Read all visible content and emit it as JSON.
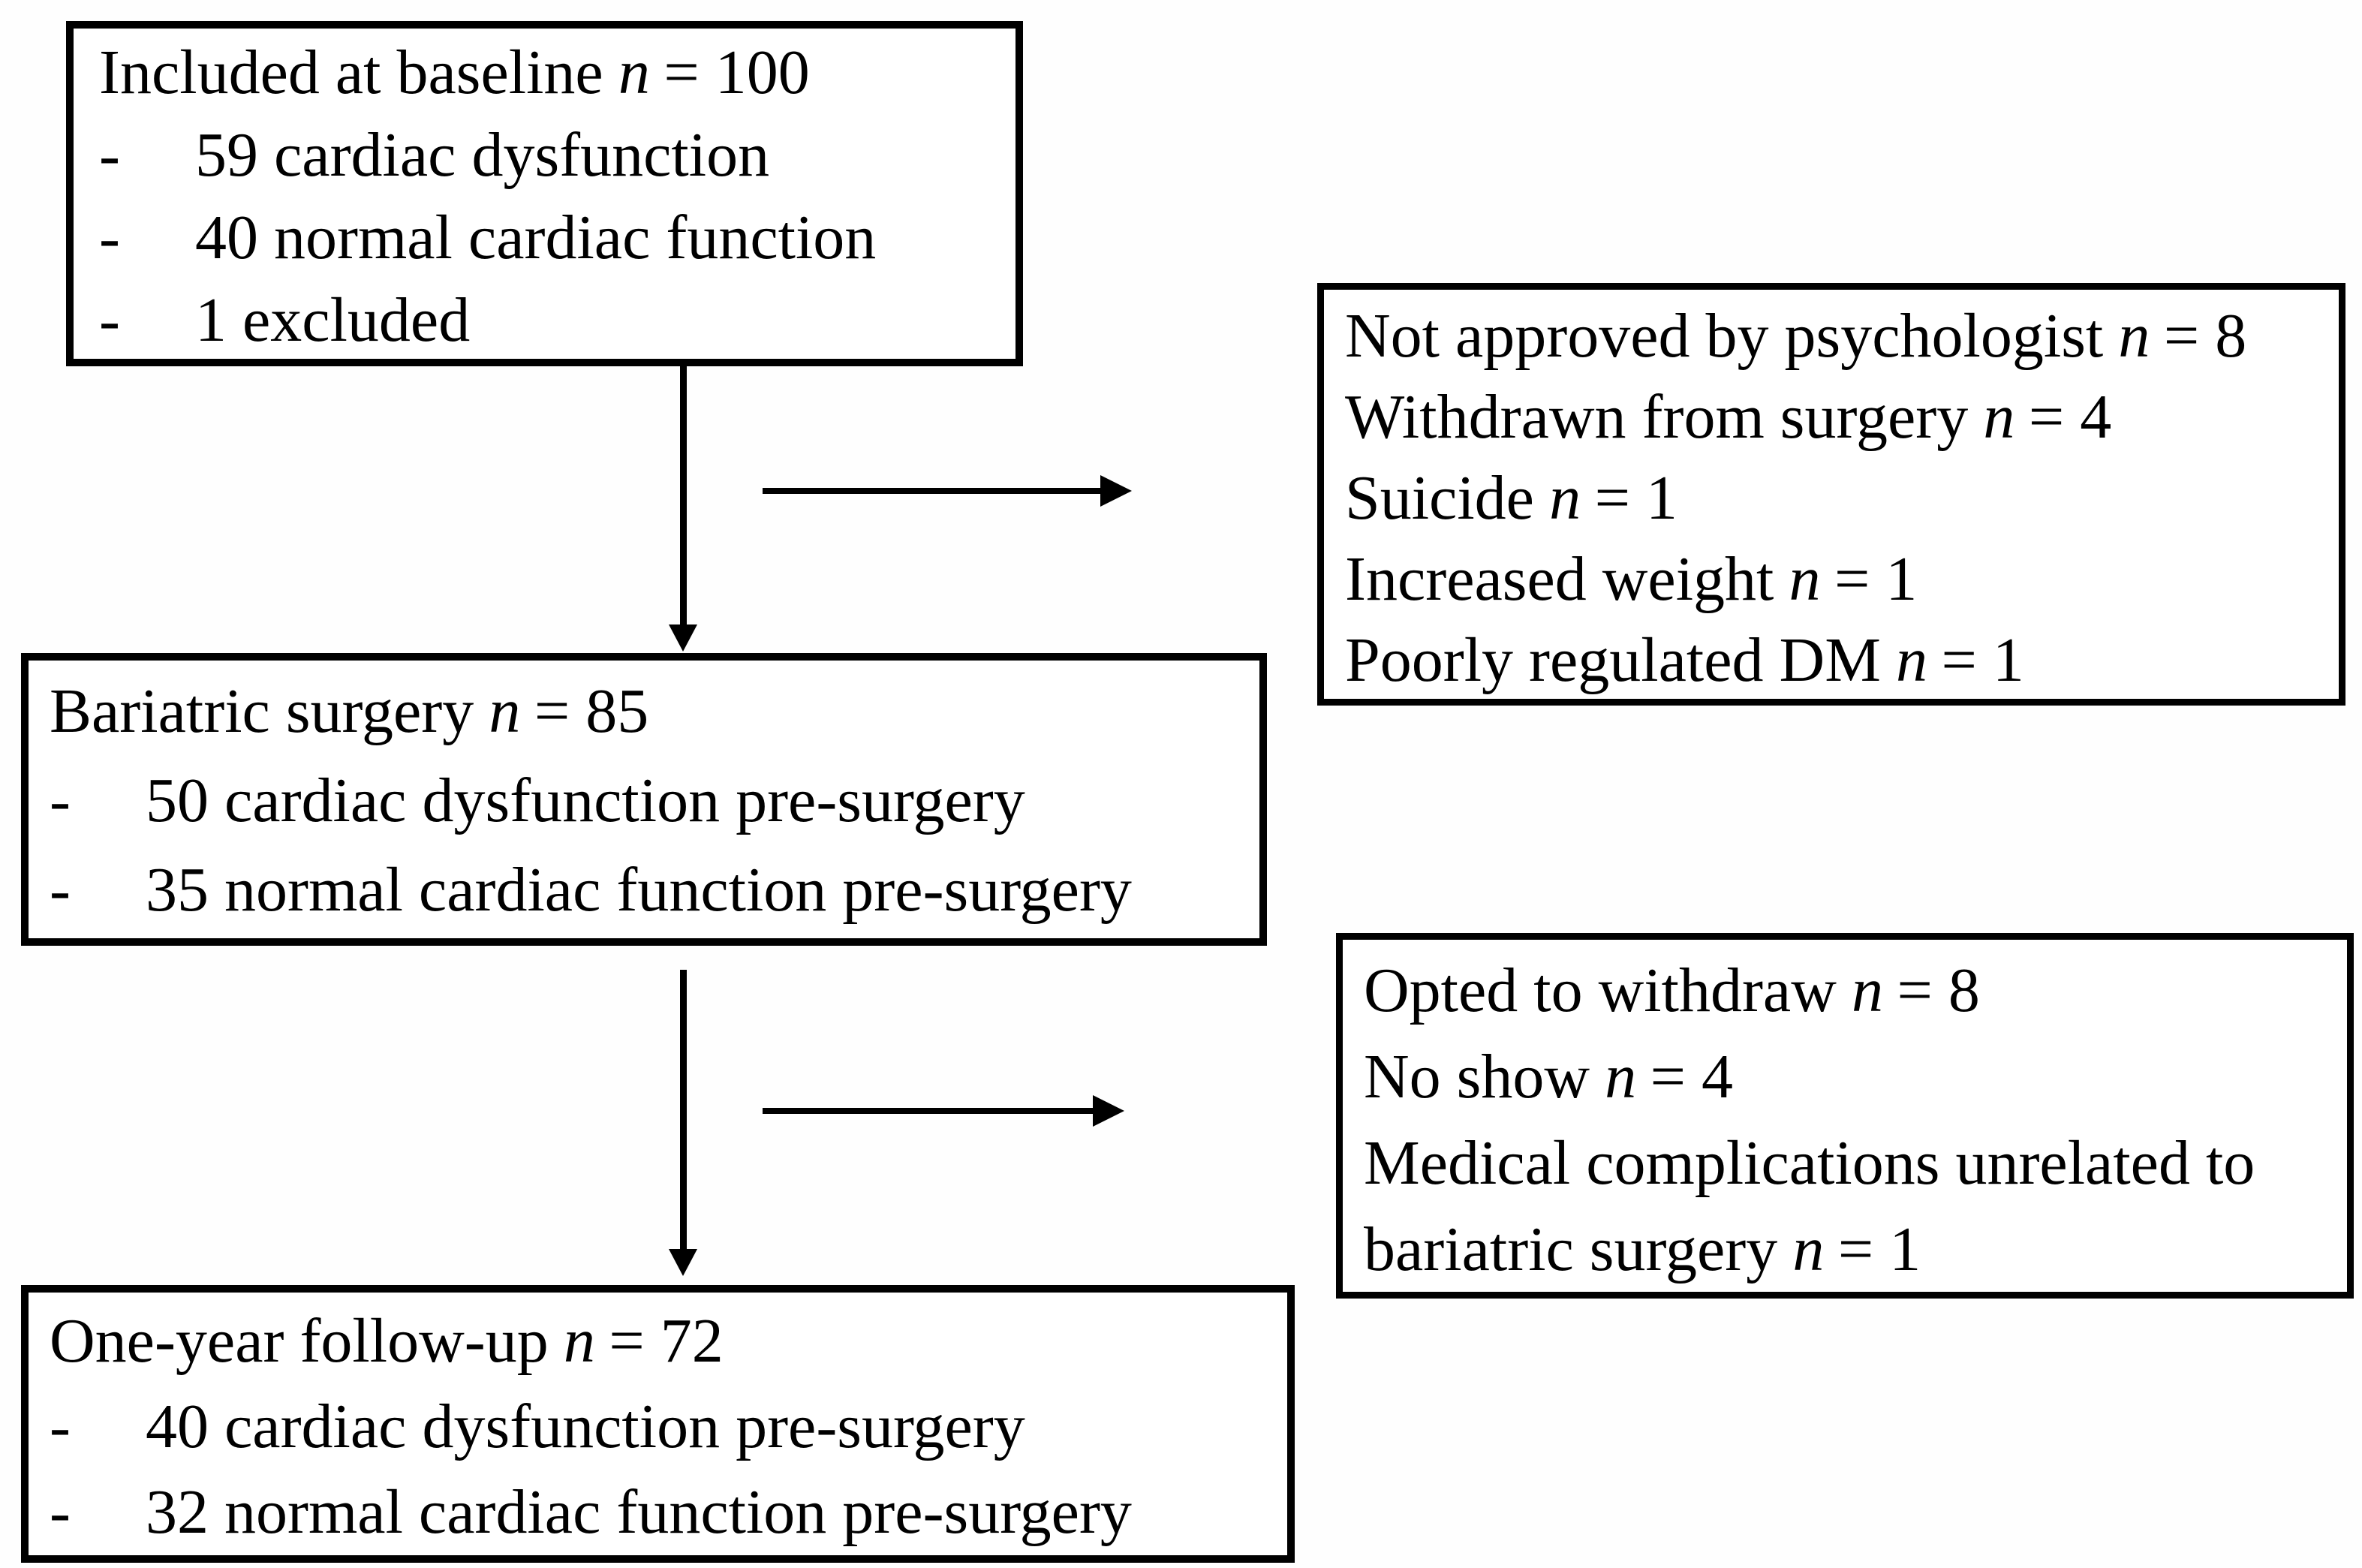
{
  "symbols": {
    "n": "n",
    "bullet": "-"
  },
  "colors": {
    "line": "#000000",
    "background": "#ffffff",
    "text": "#000000"
  },
  "flowchart": {
    "baseline_box": {
      "title": {
        "label": "Included at baseline",
        "n_value": "= 100"
      },
      "bullets": [
        {
          "label": "59 cardiac dysfunction"
        },
        {
          "label": "40 normal cardiac function"
        },
        {
          "label": "1 excluded"
        }
      ]
    },
    "exclusion_box_1": {
      "lines": [
        {
          "label": "Not approved by psychologist",
          "n_value": "= 8"
        },
        {
          "label": "Withdrawn from surgery",
          "n_value": "= 4"
        },
        {
          "label": "Suicide",
          "n_value": "= 1"
        },
        {
          "label": "Increased weight",
          "n_value": "= 1"
        },
        {
          "label": "Poorly regulated DM",
          "n_value": "= 1"
        }
      ]
    },
    "surgery_box": {
      "title": {
        "label": "Bariatric surgery",
        "n_value": "= 85"
      },
      "bullets": [
        {
          "label": "50 cardiac dysfunction pre-surgery"
        },
        {
          "label": "35 normal cardiac function pre-surgery"
        }
      ]
    },
    "exclusion_box_2": {
      "lines": [
        {
          "label": "Opted to withdraw",
          "n_value": "= 8"
        },
        {
          "label": "No show",
          "n_value": "= 4"
        },
        {
          "label": "Medical complications unrelated to bariatric surgery",
          "n_value": "= 1"
        }
      ]
    },
    "followup_box": {
      "title": {
        "label": "One-year follow-up",
        "n_value": "= 72"
      },
      "bullets": [
        {
          "label": "40 cardiac dysfunction pre-surgery"
        },
        {
          "label": "32 normal cardiac function pre-surgery"
        }
      ]
    }
  }
}
